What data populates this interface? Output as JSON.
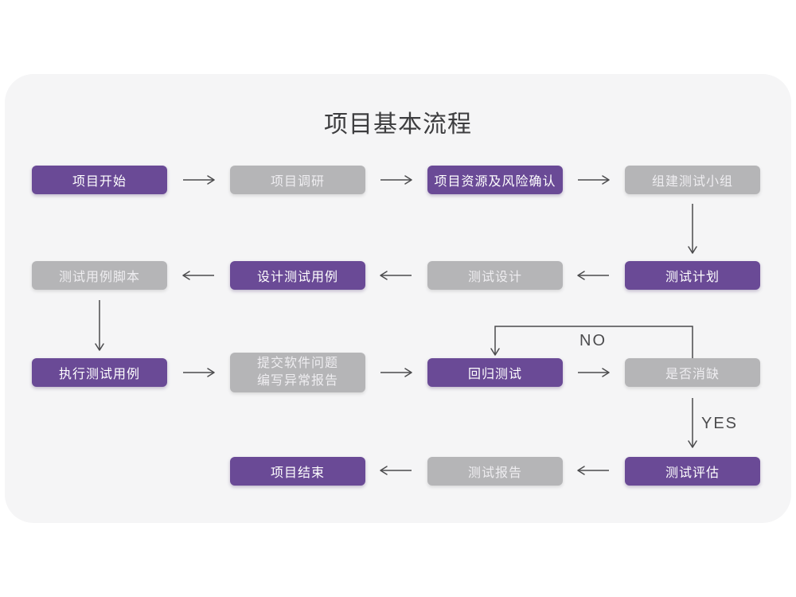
{
  "title": "项目基本流程",
  "colors": {
    "purple_node": "#6a4a96",
    "gray_node": "#b5b5b7",
    "card_background": "#f5f5f6",
    "arrow": "#4b4b4d"
  },
  "nodes": {
    "start": {
      "label": "项目开始"
    },
    "research": {
      "label": "项目调研"
    },
    "risk_confirm": {
      "label": "项目资源及风险确认"
    },
    "build_team": {
      "label": "组建测试小组"
    },
    "test_plan": {
      "label": "测试计划"
    },
    "test_design": {
      "label": "测试设计"
    },
    "design_cases": {
      "label": "设计测试用例"
    },
    "case_script": {
      "label": "测试用例脚本"
    },
    "execute_cases": {
      "label": "执行测试用例"
    },
    "submit_issues": {
      "line1": "提交软件问题",
      "line2": "编写异常报告"
    },
    "regression": {
      "label": "回归测试"
    },
    "defect_cleared": {
      "label": "是否消缺"
    },
    "evaluate": {
      "label": "测试评估"
    },
    "report": {
      "label": "测试报告"
    },
    "end": {
      "label": "项目结束"
    }
  },
  "edge_labels": {
    "no": "NO",
    "yes": "YES"
  }
}
